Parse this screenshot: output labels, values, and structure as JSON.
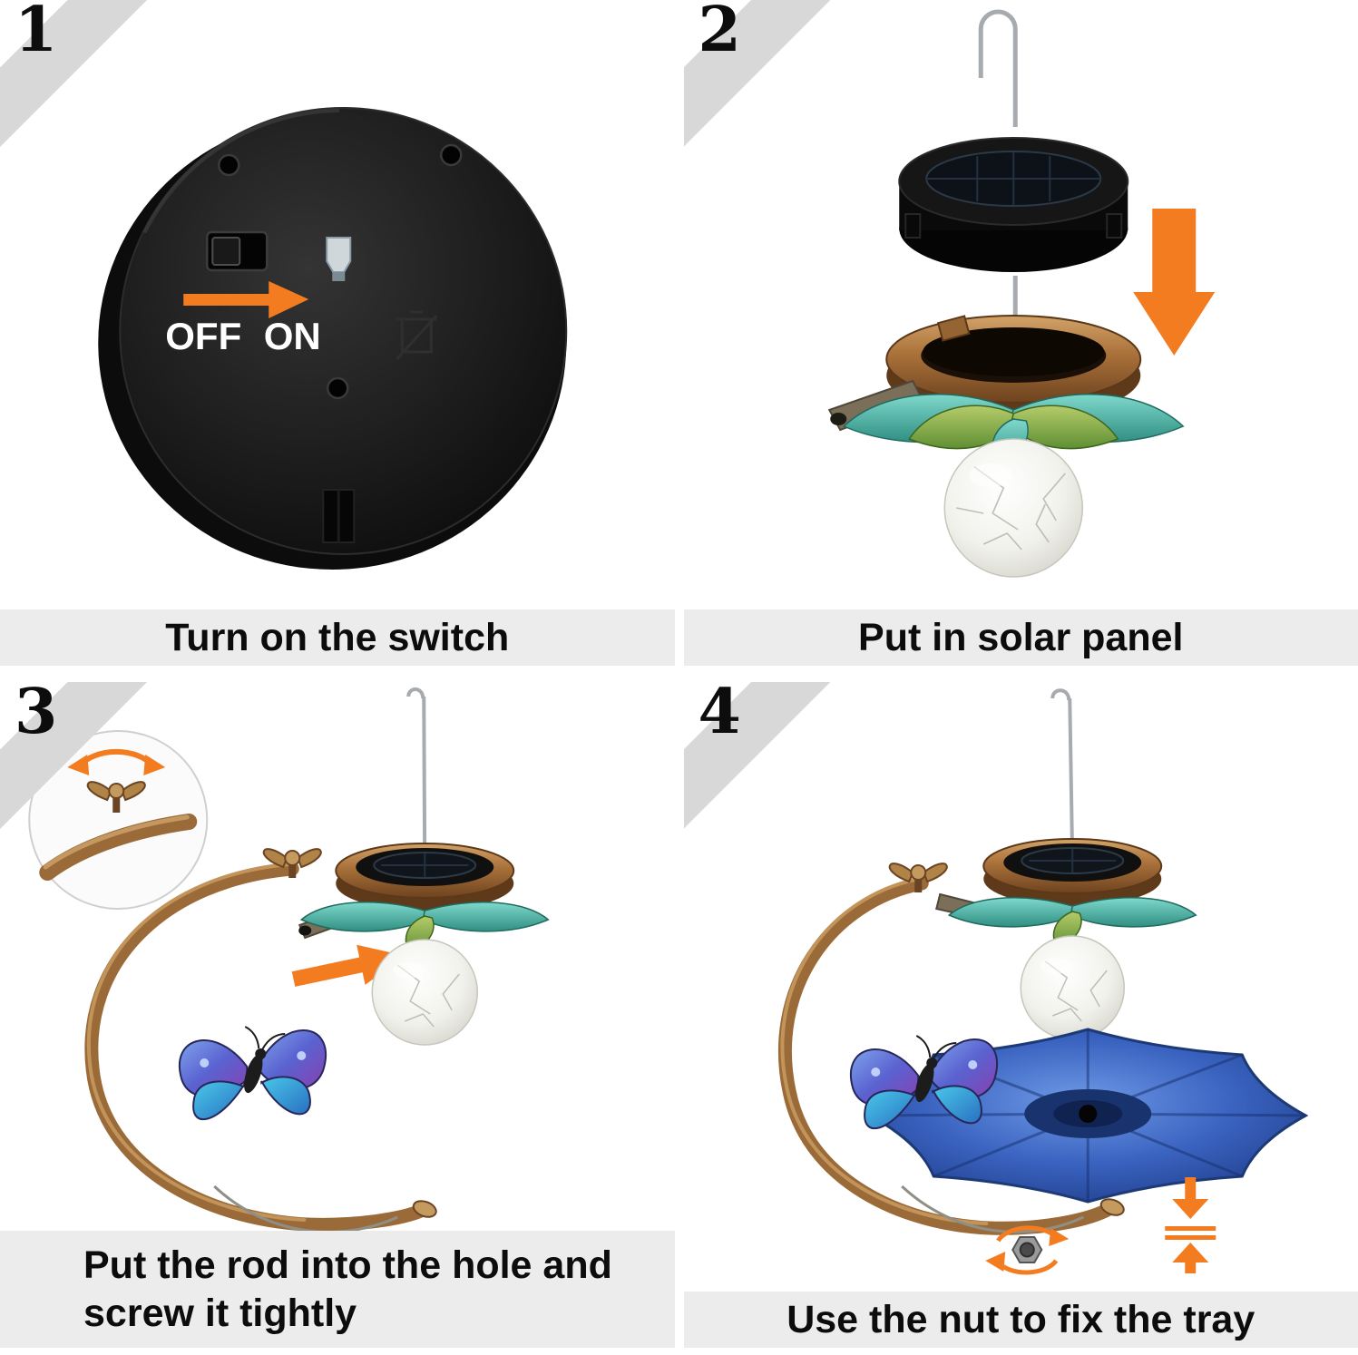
{
  "colors": {
    "accent_orange": "#f47c20",
    "ribbon_gray": "#d8d8d8",
    "caption_bg": "#ececec",
    "copper": "#a9713a",
    "petal_teal": "#2f8f82",
    "petal_green": "#5f8f33",
    "tray_blue": "#3a63c0"
  },
  "icons": {
    "right-arrow-icon": "→",
    "down-arrow-icon": "↓",
    "rotate-arrow-icon": "↻",
    "clamp-arrows-icon": "⇅"
  },
  "steps": [
    {
      "number": "1",
      "caption": "Turn on the switch",
      "switch_off_label": "OFF",
      "switch_on_label": "ON"
    },
    {
      "number": "2",
      "caption": "Put in solar panel"
    },
    {
      "number": "3",
      "caption_line1": "Put the rod into the hole and",
      "caption_line2": "screw it tightly"
    },
    {
      "number": "4",
      "caption": "Use the nut to fix the tray"
    }
  ]
}
